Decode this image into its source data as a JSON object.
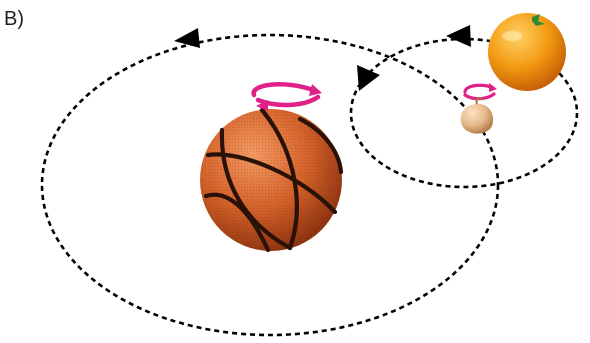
{
  "panel": {
    "label": "B)"
  },
  "objects": {
    "large_ball": "basketball",
    "small_fruit": "orange",
    "tiny_seed": "chickpea"
  },
  "colors": {
    "orbit_line": "#000000",
    "rotation_arrow": "#e0218a",
    "basketball": "#d4622a",
    "orange": "#f39a12",
    "chickpea": "#e6b98a"
  }
}
